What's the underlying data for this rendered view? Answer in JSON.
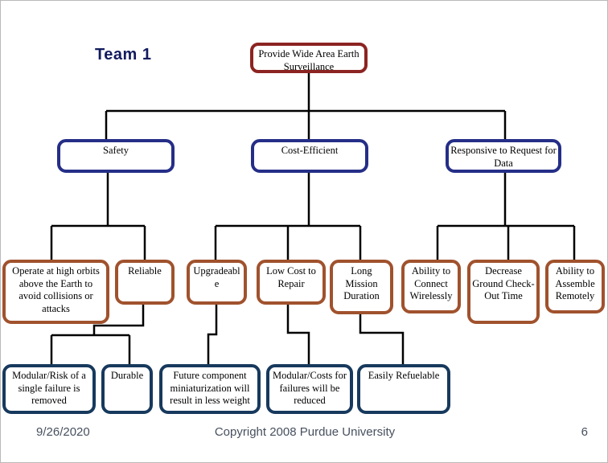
{
  "slide_title": "Team 1",
  "colors": {
    "root_border": "#8c2422",
    "level2_border": "#252e87",
    "level3_border": "#a0522d",
    "level4_border": "#17395d",
    "connector": "#000000",
    "title_color": "#121b5e",
    "footer_color": "#47505f"
  },
  "nodes": {
    "root": {
      "label": "Provide Wide Area Earth Surveillance"
    },
    "level2": [
      {
        "label": "Safety"
      },
      {
        "label": "Cost-Efficient"
      },
      {
        "label": "Responsive to Request for Data"
      }
    ],
    "level3": [
      {
        "label": "Operate at high orbits above the Earth to avoid collisions or attacks"
      },
      {
        "label": "Reliable"
      },
      {
        "label": "Upgradeable"
      },
      {
        "label": "Low Cost to Repair"
      },
      {
        "label": "Long Mission Duration"
      },
      {
        "label": "Ability to Connect Wirelessly"
      },
      {
        "label": "Decrease Ground Check-Out Time"
      },
      {
        "label": "Ability to Assemble Remotely"
      }
    ],
    "level4": [
      {
        "label": "Modular/Risk of a single failure is removed"
      },
      {
        "label": "Durable"
      },
      {
        "label": "Future component miniaturization will result in less weight"
      },
      {
        "label": "Modular/Costs for failures will be reduced"
      },
      {
        "label": "Easily Refuelable"
      }
    ]
  },
  "footer": {
    "date": "9/26/2020",
    "copyright": "Copyright 2008 Purdue University",
    "page_number": "6"
  }
}
